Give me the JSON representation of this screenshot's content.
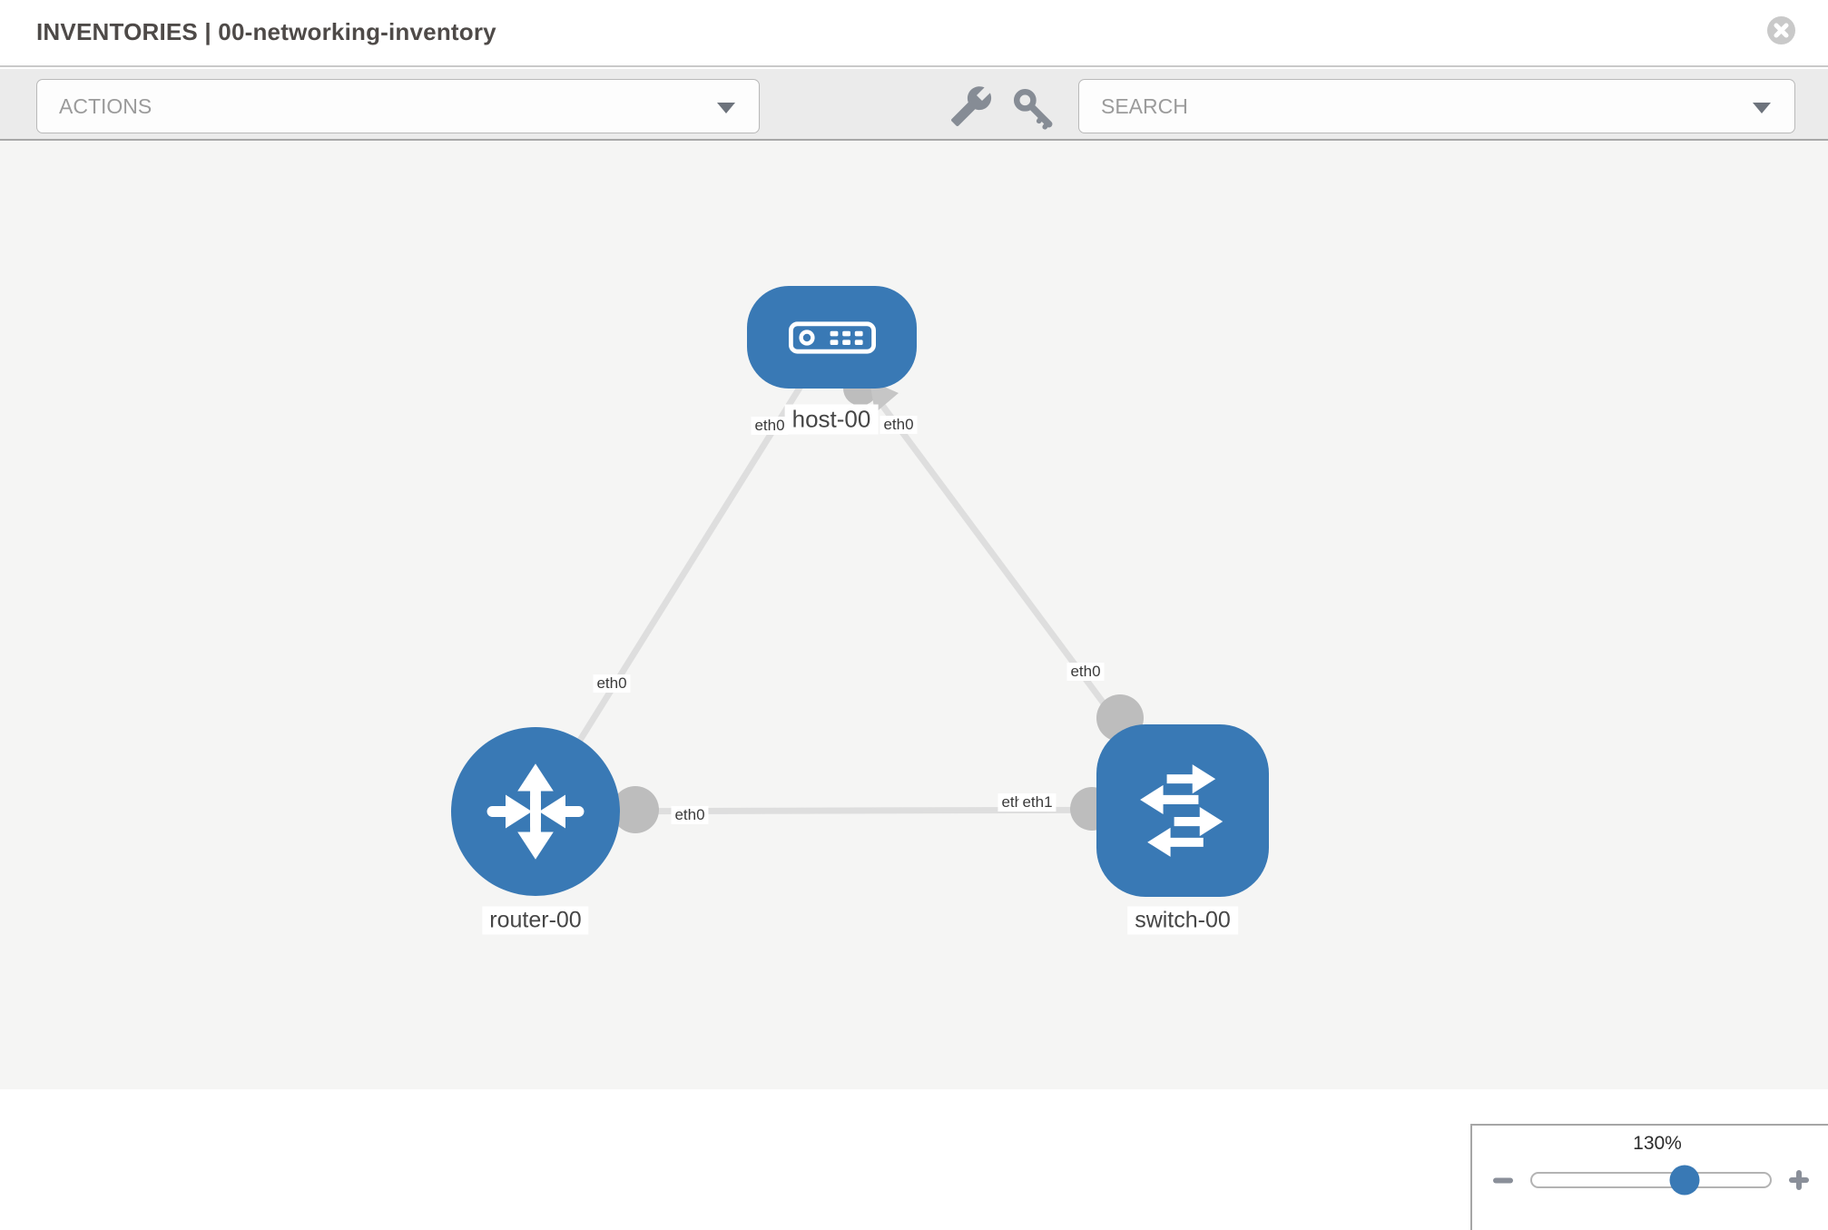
{
  "header": {
    "title": "INVENTORIES | 00-networking-inventory"
  },
  "toolbar": {
    "actions_label": "ACTIONS",
    "search_label": "SEARCH"
  },
  "topology": {
    "nodes": [
      {
        "label": "host-00",
        "type": "host"
      },
      {
        "label": "router-00",
        "type": "router"
      },
      {
        "label": "switch-00",
        "type": "switch"
      }
    ],
    "links": [
      {
        "from": "router-00",
        "to": "host-00"
      },
      {
        "from": "host-00",
        "to": "switch-00"
      },
      {
        "from": "router-00",
        "to": "switch-00"
      }
    ],
    "interface_labels": [
      {
        "text": "eth0",
        "near": "host-00 left"
      },
      {
        "text": "eth0",
        "near": "host-00 right"
      },
      {
        "text": "eth0",
        "near": "router-00 top link"
      },
      {
        "text": "eth0",
        "near": "switch-00 top link"
      },
      {
        "text": "eth0",
        "near": "router-00 right link"
      },
      {
        "text": "eth0",
        "near": "switch-00 left link (under)"
      },
      {
        "text": "eth1",
        "near": "switch-00 left link (over)"
      }
    ]
  },
  "zoom_control": {
    "level": "130%"
  },
  "colors": {
    "node_blue": "#3979b5",
    "link_gray": "#dedede",
    "port_gray": "#bdbdbd",
    "canvas_bg": "#f5f5f4",
    "toolbar_bg": "#ebebeb"
  },
  "icons": {
    "close": "circle-x-icon",
    "wrench": "wrench-icon",
    "key": "key-icon",
    "dropdown": "chevron-down-icon",
    "zoom_out": "minus-icon",
    "zoom_in": "plus-icon"
  }
}
